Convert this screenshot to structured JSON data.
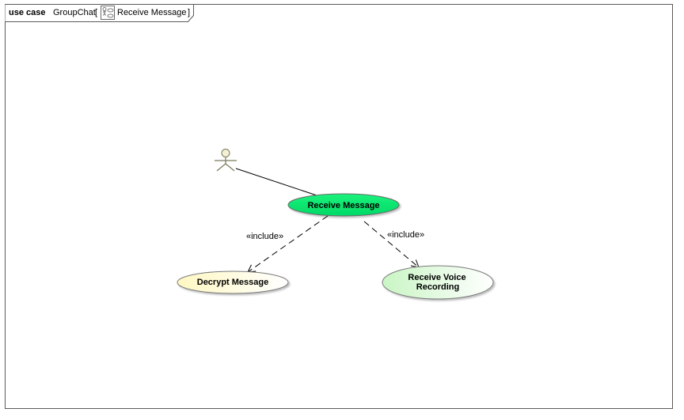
{
  "frame": {
    "keyword": "use case",
    "name": "GroupChat",
    "bracket_open": "[",
    "diagram_name": "Receive Message",
    "bracket_close": "]",
    "diagram_icon": "use-case-diagram-icon"
  },
  "actors": [
    {
      "name": "",
      "icon": "actor-stick-figure-icon"
    }
  ],
  "use_cases": {
    "receive_message": {
      "label": "Receive Message",
      "fill": "#00e676"
    },
    "decrypt_message": {
      "label": "Decrypt Message",
      "fill": "#fffbd5"
    },
    "receive_voice_recording": {
      "label_line1": "Receive Voice",
      "label_line2": "Recording",
      "fill": "#d8f7d4"
    }
  },
  "relationships": {
    "include_left": {
      "stereotype": "«include»"
    },
    "include_right": {
      "stereotype": "«include»"
    }
  },
  "colors": {
    "frame_border": "#5a5a5a",
    "ellipse_border": "#7a7a7a",
    "line": "#000000",
    "actor": "#8a8a6a"
  }
}
